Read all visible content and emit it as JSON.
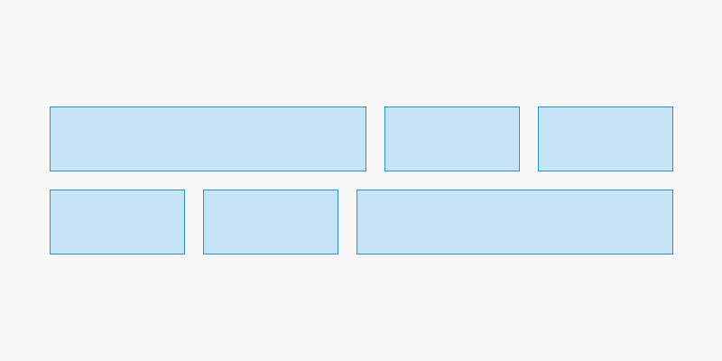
{
  "diagram": {
    "rows": [
      {
        "tiles": [
          {
            "span": 2
          },
          {
            "span": 1
          },
          {
            "span": 1
          }
        ]
      },
      {
        "tiles": [
          {
            "span": 1
          },
          {
            "span": 1
          },
          {
            "span": 2
          }
        ]
      }
    ]
  },
  "colors": {
    "background": "#f7f7f7",
    "tile_fill": "#c6e2f5",
    "tile_border": "#2a92c7"
  }
}
